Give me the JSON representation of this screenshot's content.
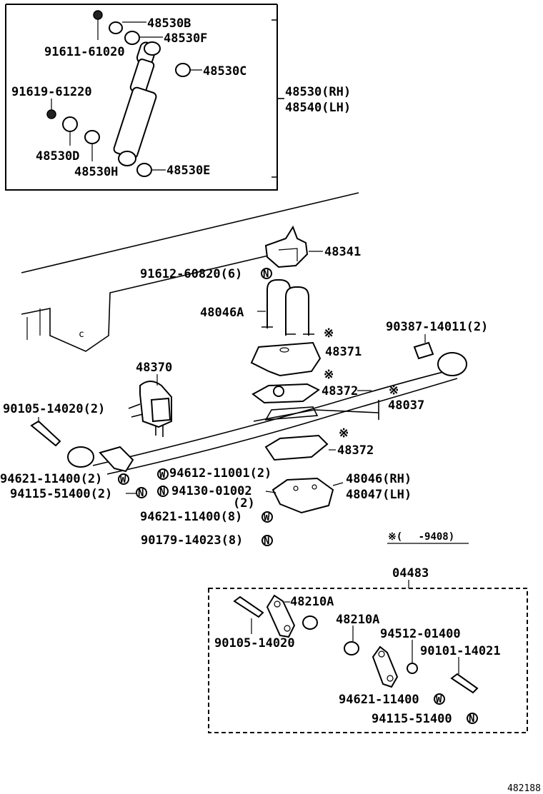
{
  "labels": {
    "p48530b": "48530B",
    "p91611": "91611-61020",
    "p48530f": "48530F",
    "p48530c": "48530C",
    "p91619": "91619-61220",
    "p48530rh": "48530(RH)",
    "p48540lh": "48540(LH)",
    "p48530d": "48530D",
    "p48530h": "48530H",
    "p48530e": "48530E",
    "p48341": "48341",
    "p91612": "91612-60820(6)",
    "p48046a": "48046A",
    "p90387": "90387-14011(2)",
    "p48371": "48371",
    "p48370": "48370",
    "p48372a": "48372",
    "p48037": "48037",
    "p90105a": "90105-14020(2)",
    "p48372b": "48372",
    "p94621a": "94621-11400(2)",
    "p94612": "94612-11001(2)",
    "p48046rh": "48046(RH)",
    "p94115a": "94115-51400(2)",
    "p94130": "94130-01002",
    "p94130qty": "(2)",
    "p48047lh": "48047(LH)",
    "p94621b": "94621-11400(8)",
    "p90179": "90179-14023(8)",
    "note_date": "※(　 -9408)",
    "p04483": "04483",
    "p48210a1": "48210A",
    "p48210a2": "48210A",
    "p90105b": "90105-14020",
    "p94512": "94512-01400",
    "p90101": "90101-14021",
    "p94621c": "94621-11400",
    "p94115b": "94115-51400",
    "ref_number": "482188"
  },
  "symbols": {
    "kome": "※",
    "washer_mark": "W",
    "nut_mark": "N"
  }
}
